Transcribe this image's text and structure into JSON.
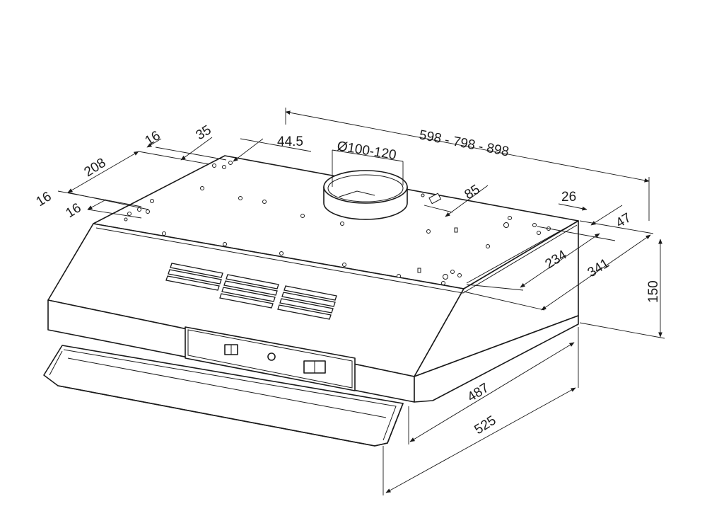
{
  "dimensions": {
    "width": "598 - 798 - 898",
    "outlet": "Ø100-120",
    "offset_44_5": "44.5",
    "offset_35": "35",
    "offset_16_top": "16",
    "offset_208": "208",
    "offset_16_left": "16",
    "offset_16_inner": "16",
    "offset_85": "85",
    "offset_26": "26",
    "offset_47": "47",
    "depth_234": "234",
    "depth_341": "341",
    "height_150": "150",
    "depth_487": "487",
    "depth_525": "525"
  }
}
